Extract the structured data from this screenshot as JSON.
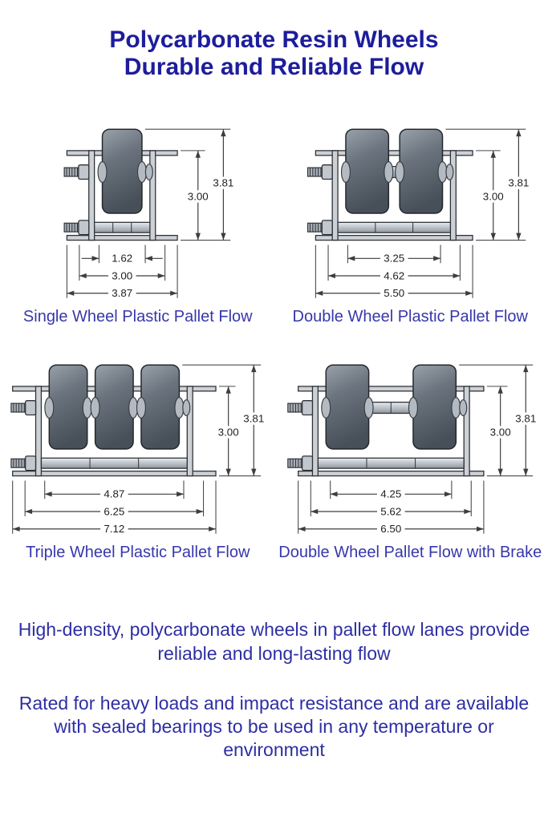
{
  "title": {
    "line1": "Polycarbonate Resin Wheels",
    "line2": "Durable and Reliable Flow"
  },
  "diagrams": [
    {
      "caption": "Single Wheel Plastic Pallet Flow",
      "wheels": 1,
      "brake": false,
      "height_dims": {
        "inner": "3.00",
        "outer": "3.81"
      },
      "width_dims": [
        "1.62",
        "3.00",
        "3.87"
      ]
    },
    {
      "caption": "Double Wheel Plastic Pallet Flow",
      "wheels": 2,
      "brake": false,
      "height_dims": {
        "inner": "3.00",
        "outer": "3.81"
      },
      "width_dims": [
        "3.25",
        "4.62",
        "5.50"
      ]
    },
    {
      "caption": "Triple Wheel Plastic Pallet Flow",
      "wheels": 3,
      "brake": false,
      "height_dims": {
        "inner": "3.00",
        "outer": "3.81"
      },
      "width_dims": [
        "4.87",
        "6.25",
        "7.12"
      ]
    },
    {
      "caption": "Double Wheel Pallet Flow with Brake",
      "wheels": 2,
      "brake": true,
      "height_dims": {
        "inner": "3.00",
        "outer": "3.81"
      },
      "width_dims": [
        "4.25",
        "5.62",
        "6.50"
      ]
    }
  ],
  "paragraphs": [
    "High-density, polycarbonate wheels in pallet flow lanes provide reliable and long-lasting flow",
    "Rated for heavy loads and impact resistance and are available with sealed bearings to be used in any temperature or environment"
  ],
  "colors": {
    "title": "#1d1d9c",
    "caption": "#3737ab",
    "body_text": "#2e2ea4",
    "dimension_line": "#3d3d3d",
    "dimension_text": "#1e1e1e",
    "wheel_dark": "#474f58",
    "bracket": "#cdd1d6",
    "background": "#ffffff"
  }
}
